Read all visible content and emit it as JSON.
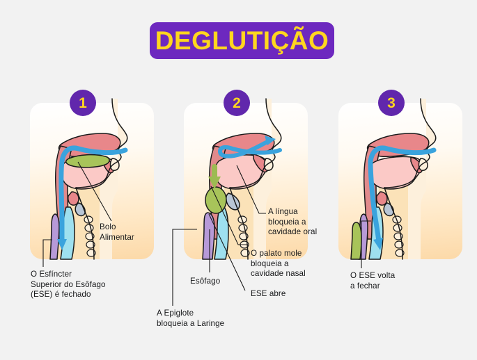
{
  "page": {
    "background_color": "#f2f2f2",
    "title": "DEGLUTIÇÃO",
    "title_badge_color": "#6d28bf",
    "title_text_color": "#ffd61f"
  },
  "badges": {
    "step1": "1",
    "step2": "2",
    "step3": "3",
    "badge_color": "#6127ac",
    "badge_text_color": "#ffd61f"
  },
  "panels": [
    {
      "step": "1",
      "labels": {
        "bolus": "Bolo\nAlimentar",
        "bolus_line1": "Bolo",
        "bolus_line2": "Alimentar",
        "sphincter_line1": "O Esfíncter",
        "sphincter_line2": "Superior do Esôfago",
        "sphincter_line3": "(ESE) é fechado"
      }
    },
    {
      "step": "2",
      "labels": {
        "tongue_line1": "A língua",
        "tongue_line2": "bloqueia a",
        "tongue_line3": "cavidade oral",
        "palate_line1": "O palato mole",
        "palate_line2": "bloqueia a",
        "palate_line3": "cavidade nasal",
        "ese_open": "ESE abre",
        "esophagus": "Esôfago",
        "epiglottis_line1": "A Epiglote",
        "epiglottis_line2": "bloqueia a Laringe"
      }
    },
    {
      "step": "3",
      "labels": {
        "ese_close_line1": "O ESE volta",
        "ese_close_line2": "a fechar"
      }
    }
  ],
  "anatomy_colors": {
    "skin": "#fbe2b8",
    "skin_light": "#fdf0dc",
    "soft_tissue": "#e8878a",
    "tongue": "#fbc9c6",
    "bolus": "#a8c45a",
    "airflow_arrow": "#3aa3dd",
    "bolus_arrow": "#9dbb52",
    "trachea": "#9ee0ef",
    "esophagus": "#b79ad8",
    "outline": "#1a1a1a"
  }
}
